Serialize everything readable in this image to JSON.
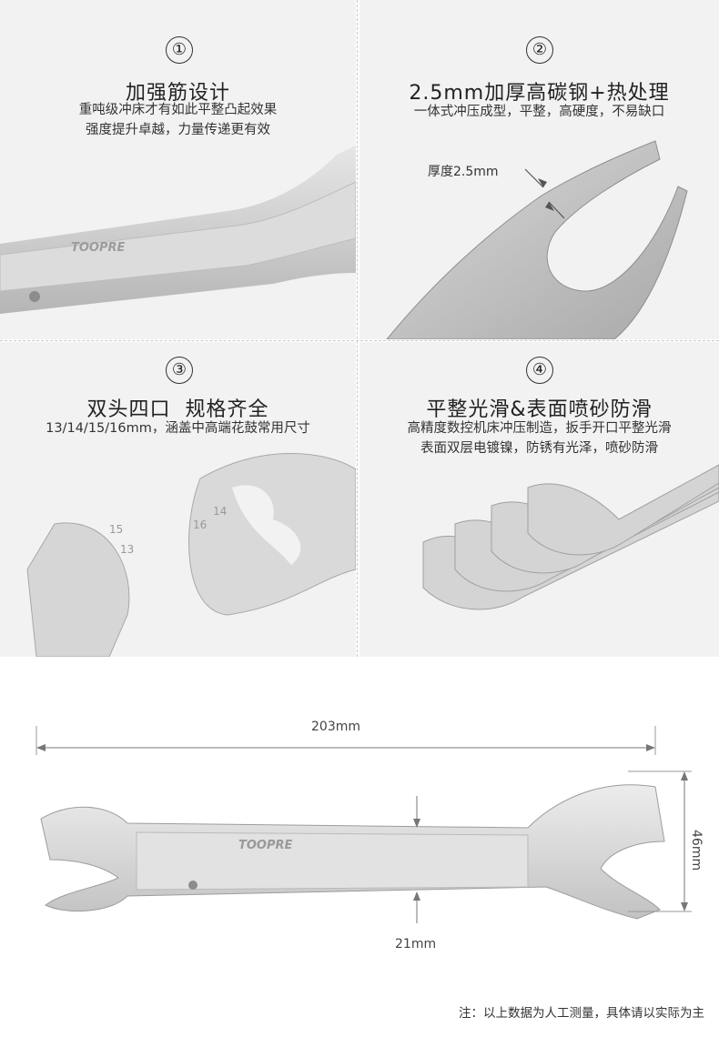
{
  "features": [
    {
      "number": "①",
      "title": "加强筋设计",
      "lines": [
        "重吨级冲床才有如此平整凸起效果",
        "强度提升卓越，力量传递更有效"
      ]
    },
    {
      "number": "②",
      "title": "2.5mm加厚高碳钢+热处理",
      "lines": [
        "一体式冲压成型，平整，高硬度，不易缺口"
      ],
      "callout": "厚度2.5mm"
    },
    {
      "number": "③",
      "title": "双头四口  规格齐全",
      "lines": [
        "13/14/15/16mm，涵盖中高端花鼓常用尺寸"
      ]
    },
    {
      "number": "④",
      "title": "平整光滑&表面喷砂防滑",
      "lines": [
        "高精度数控机床冲压制造，扳手开口平整光滑",
        "表面双层电镀镍，防锈有光泽，喷砂防滑"
      ]
    }
  ],
  "brand": "TOOPRE",
  "dimensions": {
    "length": "203mm",
    "height": "46mm",
    "width": "21mm"
  },
  "wrench_sizes": [
    "13",
    "14",
    "15",
    "16"
  ],
  "note": "注：以上数据为人工测量，具体请以实际为主",
  "colors": {
    "panel": "#f2f2f2",
    "steel": "#c9c9c9",
    "steel_dark": "#9a9a9a"
  }
}
